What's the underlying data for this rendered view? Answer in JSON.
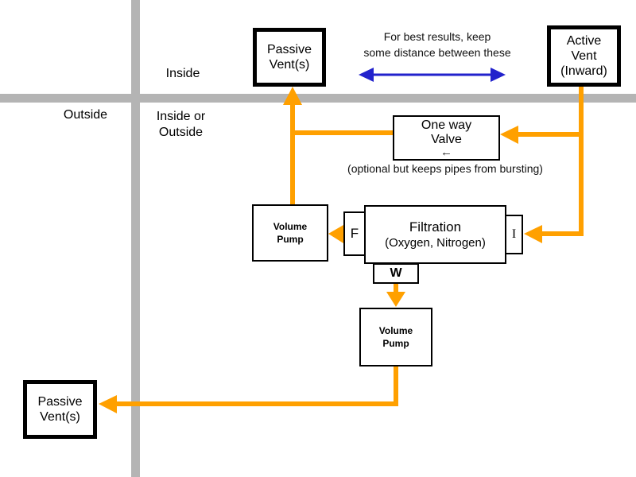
{
  "regions": {
    "inside": "Inside",
    "outside": "Outside",
    "inside_or_outside": "Inside or\nOutside"
  },
  "notes": {
    "distance": "For best results, keep\nsome distance between these",
    "optional": "(optional but keeps pipes from bursting)"
  },
  "boxes": {
    "passive_vent_top": "Passive\nVent(s)",
    "active_vent": "Active\nVent\n(Inward)",
    "one_way_valve": "One way\nValve",
    "volume_pump_upper": "Volume\nPump",
    "filtration_title": "Filtration",
    "filtration_subtitle": "(Oxygen, Nitrogen)",
    "volume_pump_lower": "Volume\nPump",
    "passive_vent_bottom": "Passive\nVent(s)"
  },
  "ports": {
    "f": "F",
    "i": "I",
    "w": "W"
  },
  "icons": {
    "valve_direction_arrow": "←"
  },
  "colors": {
    "pipe": "#FFA000",
    "distance_arrow": "#2222CC",
    "divider": "#B4B4B4",
    "box_border": "#000000"
  }
}
